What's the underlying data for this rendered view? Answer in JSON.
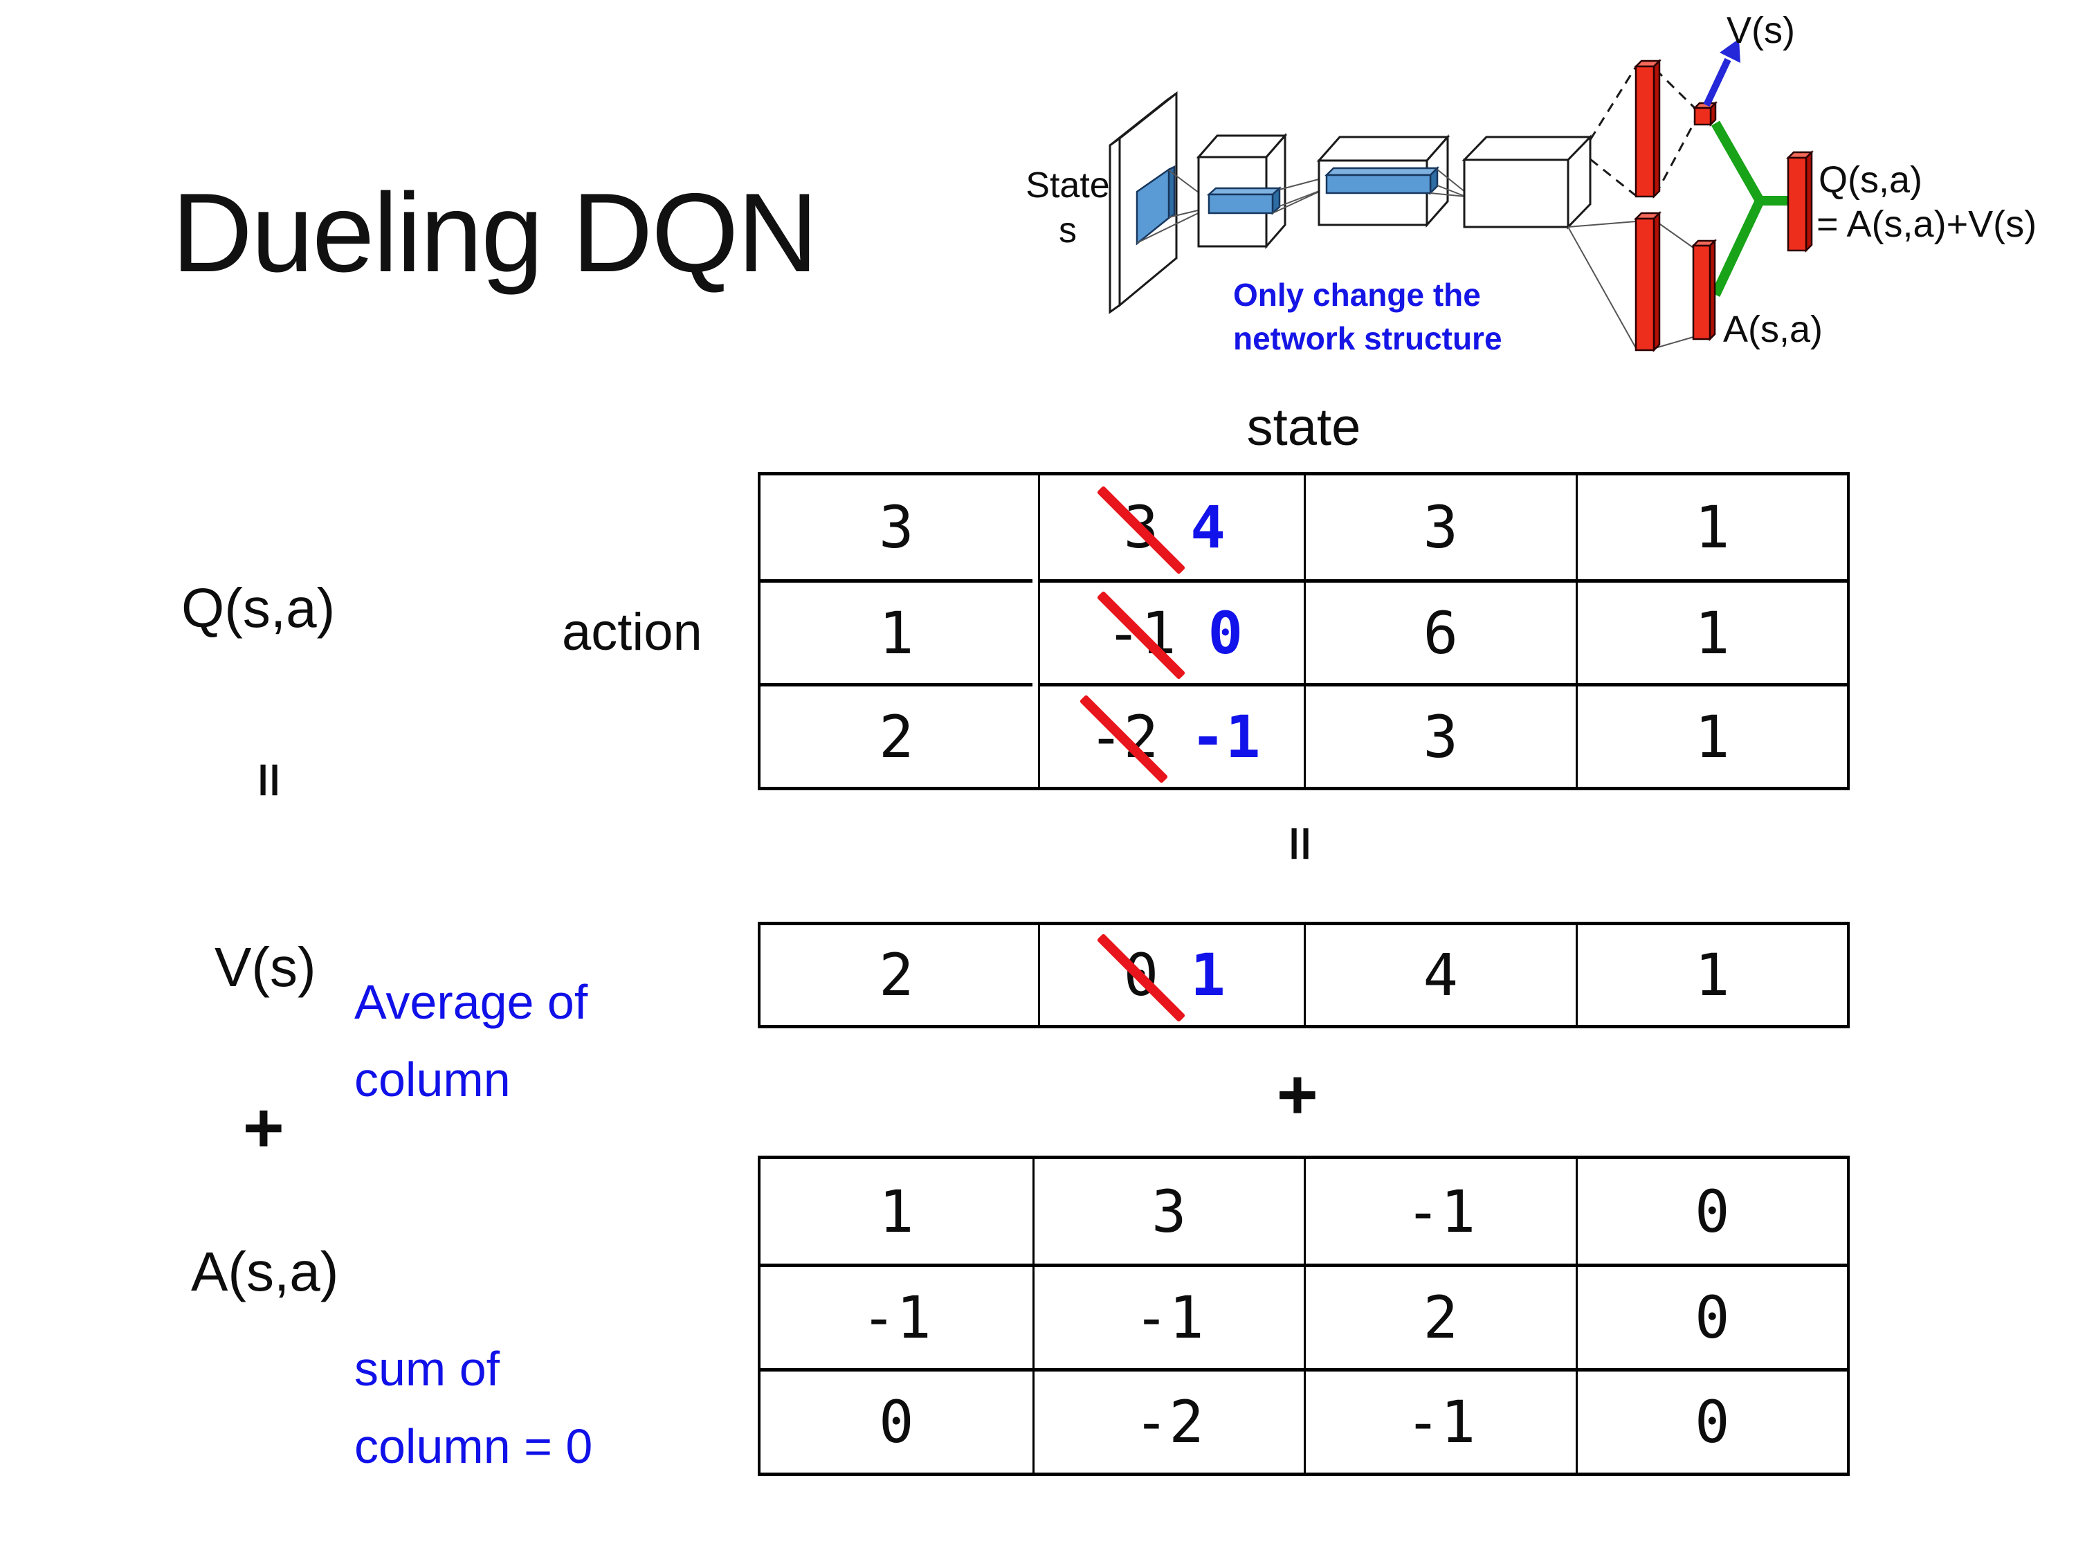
{
  "title": "Dueling DQN",
  "colors": {
    "note_blue": "#1010e8",
    "new_value_blue": "#1212ea",
    "strike_red": "#e8161c",
    "bar_red": "#ee2e1d",
    "merge_green": "#18a318",
    "arrow_blue": "#2428d8",
    "feature_blue": "#5b9bd5"
  },
  "diagram": {
    "state_line1": "State",
    "state_line2": "s",
    "caption_line1": "Only change the",
    "caption_line2": "network structure",
    "out_v": "V(s)",
    "out_q_line1": "Q(s,a)",
    "out_q_line2": "= A(s,a)+V(s)",
    "out_a": "A(s,a)"
  },
  "equation": {
    "q_label": "Q(s,a)",
    "equals": "=",
    "plus": "+",
    "v_label": "V(s)",
    "a_label": "A(s,a)",
    "state_header": "state",
    "action_header": "action",
    "avg_note_line1": "Average of",
    "avg_note_line2": "column",
    "sum_note_line1": "sum of",
    "sum_note_line2": "column = 0"
  },
  "q_table": {
    "rows": [
      {
        "c0": "3",
        "old": "3",
        "new": "4",
        "c2": "3",
        "c3": "1"
      },
      {
        "c0": "1",
        "old": "-1",
        "new": "0",
        "c2": "6",
        "c3": "1"
      },
      {
        "c0": "2",
        "old": "-2",
        "new": "-1",
        "c2": "3",
        "c3": "1"
      }
    ]
  },
  "v_table": {
    "c0": "2",
    "old": "0",
    "new": "1",
    "c2": "4",
    "c3": "1"
  },
  "a_table": {
    "rows": [
      {
        "c0": "1",
        "c1": "3",
        "c2": "-1",
        "c3": "0"
      },
      {
        "c0": "-1",
        "c1": "-1",
        "c2": "2",
        "c3": "0"
      },
      {
        "c0": "0",
        "c1": "-2",
        "c2": "-1",
        "c3": "0"
      }
    ]
  }
}
